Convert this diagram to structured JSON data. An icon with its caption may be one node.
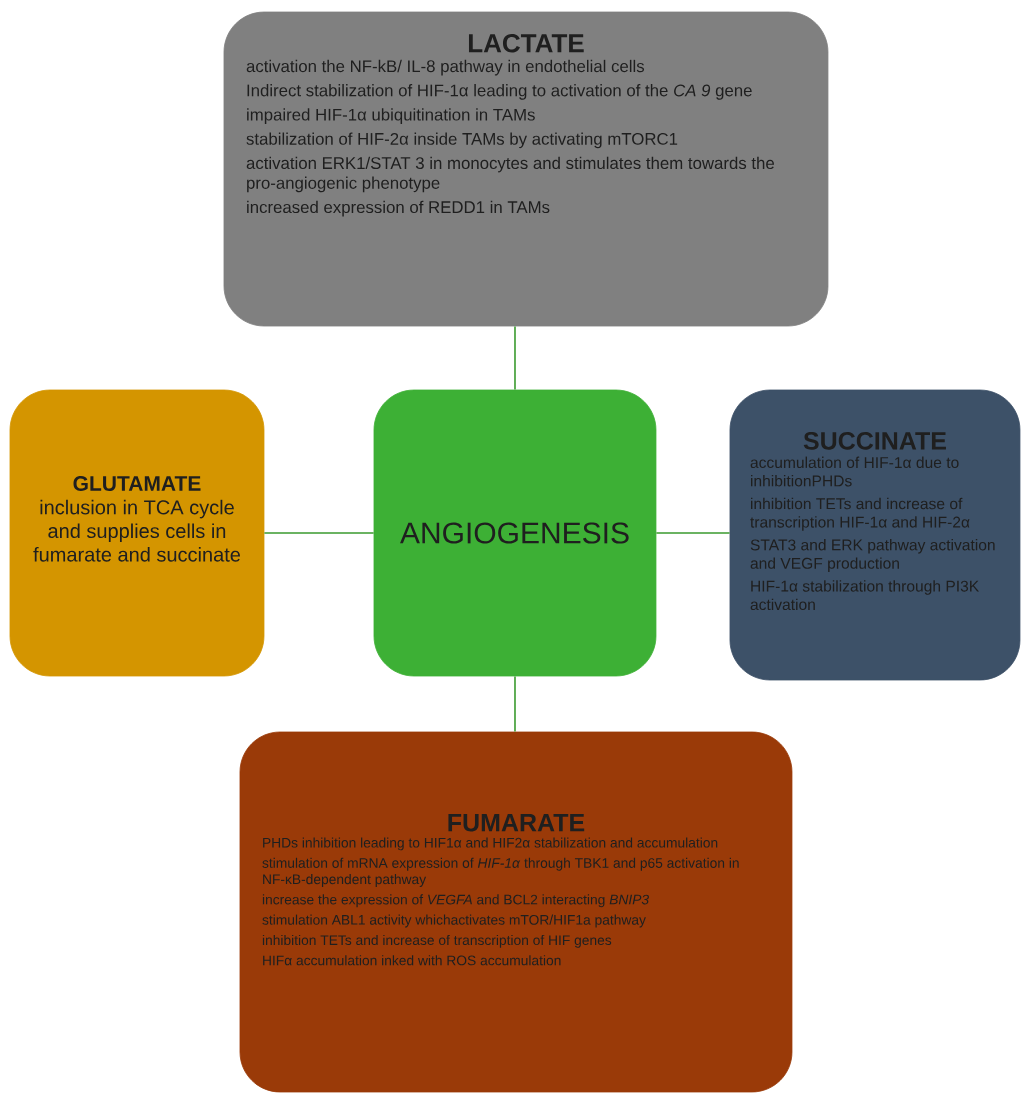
{
  "diagram": {
    "nodes": [
      {
        "text": [
          "LACTATE",
          "activation the NF-kB/ IL-8 pathway in endothelial cells",
          "Indirect stabilization of HIF-1α leading to  activation of the *CA 9* gene",
          "impaired HIF-1α ubiquitination in TAMs",
          "stabilization of HIF-2α inside TAMs by activating mTORC1",
          "activation ERK1/STAT 3 in monocytes and stimulates them towards the pro-angiogenic phenotype",
          "increased expression of REDD1 in TAMs"
        ]
      },
      {
        "text": [
          "GLUTAMATE",
          "inclusion in TCA cycle and supplies cells in fumarate and succinate"
        ]
      },
      {
        "text": [
          "ANGIOGENESIS"
        ]
      },
      {
        "text": [
          "SUCCINATE",
          "accumulation of HIF-1α due to inhibitionPHDs",
          "inhibition TETs and increase of transcription HIF-1α and HIF-2α",
          "STAT3 and ERK  pathway activation and VEGF production",
          "HIF-1α stabilization through PI3K activation"
        ]
      },
      {
        "text": [
          "FUMARATE",
          "PHDs inhibition leading to HIF1α and HIF2α stabilization and accumulation",
          "stimulation of mRNA expression of *HIF-1α* through  TBK1 and p65 activation in NF-κB-dependent pathway",
          "increase the expression of *VEGFA* and BCL2 interacting *BNIP3*",
          "stimulation ABL1 activity whichactivates mTOR/HIF1a pathway",
          "inhibition TETs and increase of transcription of HIF genes",
          "HIFα accumulation  inked with ROS accumulation"
        ]
      }
    ],
    "edges": [
      {
        "from": 2,
        "to": 0,
        "arrow": "none"
      },
      {
        "from": 2,
        "to": 1,
        "arrow": "none"
      },
      {
        "from": 2,
        "to": 3,
        "arrow": "none"
      },
      {
        "from": 2,
        "to": 4,
        "arrow": "none"
      }
    ]
  }
}
